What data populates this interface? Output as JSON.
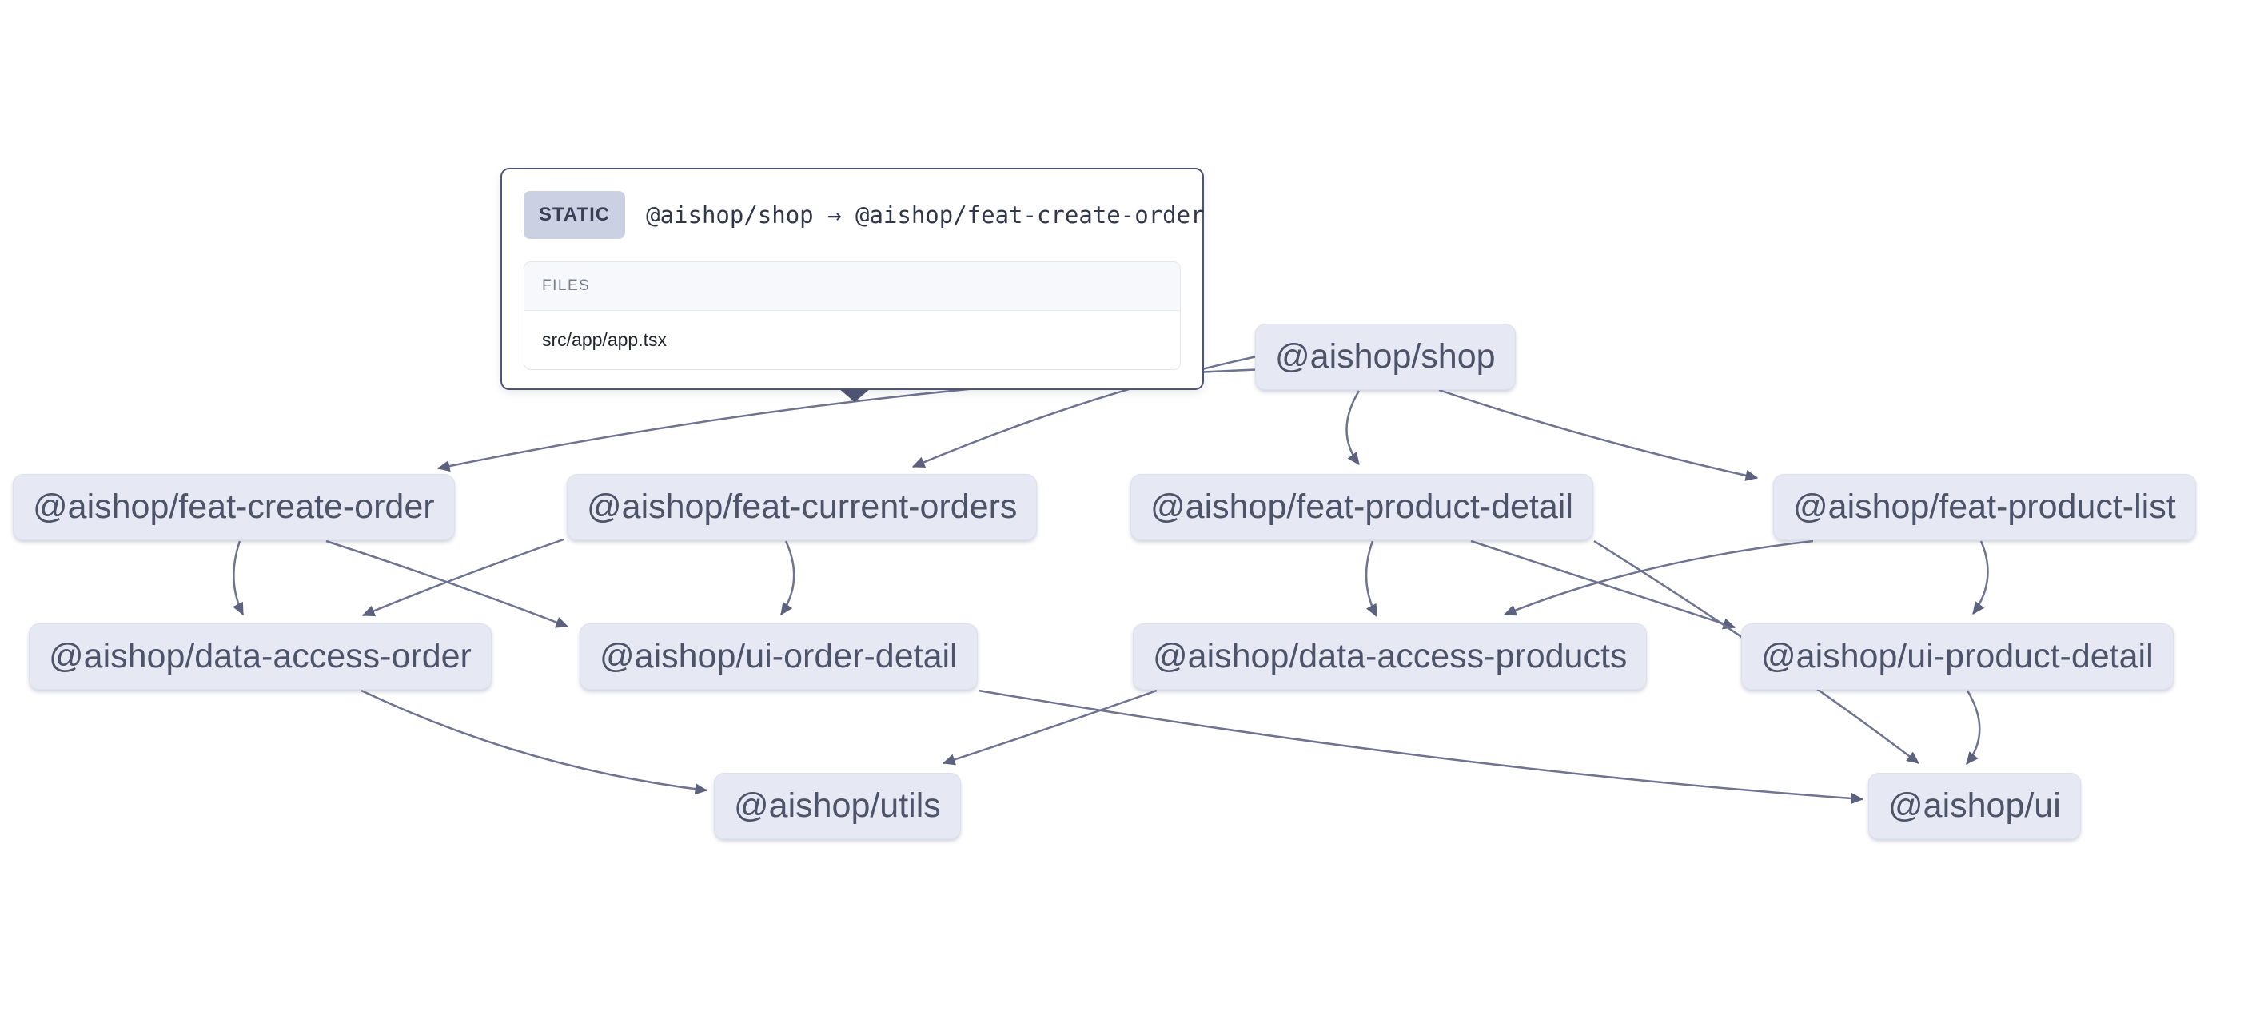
{
  "tooltip": {
    "badge": "STATIC",
    "title": "@aishop/shop → @aishop/feat-create-order",
    "source": "@aishop/shop",
    "target": "@aishop/feat-create-order",
    "files_header": "FILES",
    "files": [
      "src/app/app.tsx"
    ]
  },
  "graph": {
    "nodes": [
      {
        "id": "shop",
        "label": "@aishop/shop"
      },
      {
        "id": "feat-create-order",
        "label": "@aishop/feat-create-order"
      },
      {
        "id": "feat-current-orders",
        "label": "@aishop/feat-current-orders"
      },
      {
        "id": "feat-product-detail",
        "label": "@aishop/feat-product-detail"
      },
      {
        "id": "feat-product-list",
        "label": "@aishop/feat-product-list"
      },
      {
        "id": "data-access-order",
        "label": "@aishop/data-access-order"
      },
      {
        "id": "ui-order-detail",
        "label": "@aishop/ui-order-detail"
      },
      {
        "id": "data-access-products",
        "label": "@aishop/data-access-products"
      },
      {
        "id": "ui-product-detail",
        "label": "@aishop/ui-product-detail"
      },
      {
        "id": "utils",
        "label": "@aishop/utils"
      },
      {
        "id": "ui",
        "label": "@aishop/ui"
      }
    ],
    "edges": [
      {
        "from": "@aishop/shop",
        "to": "@aishop/feat-create-order",
        "type": "static"
      },
      {
        "from": "@aishop/shop",
        "to": "@aishop/feat-current-orders",
        "type": "static"
      },
      {
        "from": "@aishop/shop",
        "to": "@aishop/feat-product-detail",
        "type": "static"
      },
      {
        "from": "@aishop/shop",
        "to": "@aishop/feat-product-list",
        "type": "static"
      },
      {
        "from": "@aishop/feat-create-order",
        "to": "@aishop/data-access-order",
        "type": "static"
      },
      {
        "from": "@aishop/feat-create-order",
        "to": "@aishop/ui-order-detail",
        "type": "static"
      },
      {
        "from": "@aishop/feat-current-orders",
        "to": "@aishop/data-access-order",
        "type": "static"
      },
      {
        "from": "@aishop/feat-current-orders",
        "to": "@aishop/ui-order-detail",
        "type": "static"
      },
      {
        "from": "@aishop/feat-product-detail",
        "to": "@aishop/data-access-products",
        "type": "static"
      },
      {
        "from": "@aishop/feat-product-detail",
        "to": "@aishop/ui-product-detail",
        "type": "static"
      },
      {
        "from": "@aishop/feat-product-detail",
        "to": "@aishop/ui",
        "type": "static"
      },
      {
        "from": "@aishop/feat-product-list",
        "to": "@aishop/data-access-products",
        "type": "static"
      },
      {
        "from": "@aishop/feat-product-list",
        "to": "@aishop/ui-product-detail",
        "type": "static"
      },
      {
        "from": "@aishop/data-access-order",
        "to": "@aishop/utils",
        "type": "static"
      },
      {
        "from": "@aishop/data-access-products",
        "to": "@aishop/utils",
        "type": "static"
      },
      {
        "from": "@aishop/ui-order-detail",
        "to": "@aishop/ui",
        "type": "static"
      },
      {
        "from": "@aishop/ui-product-detail",
        "to": "@aishop/ui",
        "type": "static"
      }
    ]
  },
  "colors": {
    "node_bg": "#e6e9f3",
    "node_text": "#4d5369",
    "edge": "#6d7390",
    "arrowhead": "#5c627e",
    "tooltip_border": "#4d5370",
    "badge_bg": "#cbd1e3",
    "files_header_bg": "#f7f8fc"
  }
}
